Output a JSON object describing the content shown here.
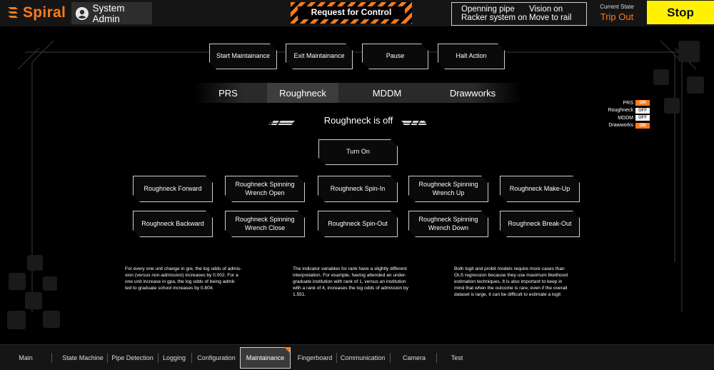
{
  "header": {
    "brand": "Spiral",
    "user": "System Admin",
    "request_control": "Request for Control",
    "status": {
      "line1_left": "Openning pipe",
      "line2_left": "Racker system on",
      "line1_right": "Vision on",
      "line2_right": "Move to rail"
    },
    "current_state_label": "Current State",
    "current_state_value": "Trip Out",
    "stop": "Stop"
  },
  "actions": {
    "start": "Start Maintainance",
    "exit": "Exit Maintainance",
    "pause": "Pause",
    "halt": "Halt Action"
  },
  "tabs": [
    "PRS",
    "Roughneck",
    "MDDM",
    "Drawworks"
  ],
  "active_tab": "Roughneck",
  "roughneck_status": "Roughneck is off",
  "turn_on": "Turn On",
  "controls": {
    "forward": "Roughneck Forward",
    "spinning_open_1": "Roughneck Spinning",
    "spinning_open_2": "Wrench Open",
    "spin_in": "Roughneck Spin-In",
    "spinning_up_1": "Roughneck Spinning",
    "spinning_up_2": "Wrench Up",
    "make_up": "Roughneck Make-Up",
    "backward": "Roughneck Backward",
    "spinning_close_1": "Roughneck Spinning",
    "spinning_close_2": "Wrench Close",
    "spin_out": "Roughneck Spin-Out",
    "spinning_down_1": "Roughneck Spinning",
    "spinning_down_2": "Wrench Down",
    "break_out": "Roughneck Break-Out"
  },
  "toggles": [
    {
      "name": "PRS",
      "state": "ON"
    },
    {
      "name": "Roughneck",
      "state": "OFF"
    },
    {
      "name": "MDDM",
      "state": "OFF"
    },
    {
      "name": "Drawworks",
      "state": "ON"
    }
  ],
  "paragraphs": [
    "For every one unit change in gre, the log odds of admis-\nsion (versus non-admission) increases by 0.002. For a\none unit increase in gpa, the log odds of being admit-\nted to graduate school increases by 0.804.",
    "The indicator variables for rank have a slightly different\ninterpretation. For example, having attended an under-\ngraduate institution with rank of 1, versus an institution\nwith a rank of 4, increases the log odds of admission by\n1.551.",
    "Both logit and probit models require more cases than\nOLS regression because they use maximum likelihood\nestimation techniques.  It is also important to keep in\nmind that when the outcome is rare, even if the overall\ndataset is large, it can be difficult to estimate a logit"
  ],
  "nav": [
    "Main",
    "State Machine",
    "Pipe Detection",
    "Logging",
    "Configuration",
    "Maintainance",
    "Fingerboard",
    "Communication",
    "Camera",
    "Test"
  ],
  "nav_active": "Maintainance",
  "colors": {
    "accent": "#ff7a1a",
    "stop": "#fff100",
    "background": "#000000",
    "bar": "#151515"
  }
}
